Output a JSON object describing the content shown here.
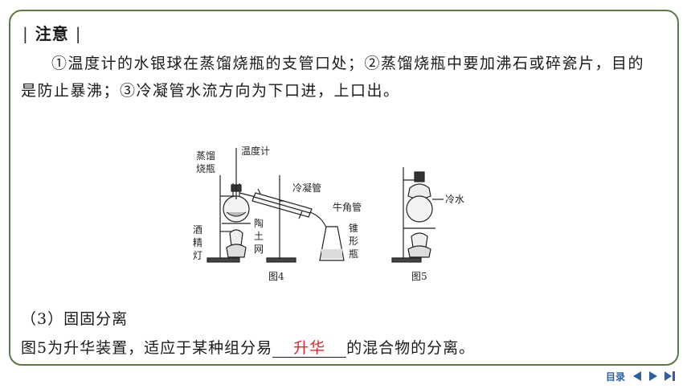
{
  "note": {
    "title": "注意",
    "bar_left": "|",
    "bar_right": "|",
    "paragraph": "①温度计的水银球在蒸馏烧瓶的支管口处；②蒸馏烧瓶中要加沸石或碎瓷片，目的是防止暴沸；③冷凝管水流方向为下口进，上口出。"
  },
  "figure4": {
    "caption": "图4",
    "labels": {
      "flask": "蒸馏\n烧瓶",
      "thermometer": "温度计",
      "condenser": "冷凝管",
      "adapter": "牛角管",
      "gauze": "陶\n土\n网",
      "lamp": "酒\n精\n灯",
      "conical": "锥\n形\n瓶"
    }
  },
  "figure5": {
    "caption": "图5",
    "labels": {
      "cold_water": "冷水"
    }
  },
  "section": {
    "heading": "（3）固固分离",
    "sentence_before": "图5为升华装置，适应于某种组分易",
    "answer": "升华",
    "sentence_after": "的混合物的分离。"
  },
  "nav": {
    "toc_label": "目录",
    "prev_icon": "triangle-left-icon",
    "next_icon": "triangle-right-icon",
    "last_icon": "skip-to-end-icon"
  },
  "colors": {
    "border": "#5a7a43",
    "answer": "#e0262b",
    "nav": "#2d5fa6"
  }
}
